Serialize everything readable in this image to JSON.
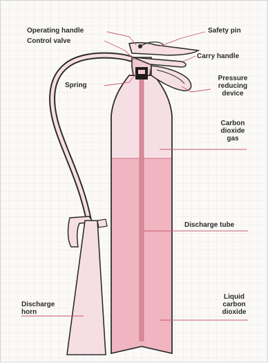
{
  "colors": {
    "outline": "#2b2b2b",
    "cylinder_fill": "#f6dfe4",
    "liquid_fill": "#f1b5c2",
    "tube_fill": "#d98a9b",
    "leader_line": "#c7596f",
    "label_text": "#2a2a2a"
  },
  "labels": {
    "operating_handle": "Operating handle",
    "control_valve": "Control valve",
    "spring": "Spring",
    "safety_pin": "Safety pin",
    "carry_handle": "Carry handle",
    "pressure_device_l1": "Pressure",
    "pressure_device_l2": "reducing",
    "pressure_device_l3": "device",
    "co2_gas_l1": "Carbon",
    "co2_gas_l2": "dioxide",
    "co2_gas_l3": "gas",
    "discharge_tube": "Discharge tube",
    "discharge_horn_l1": "Discharge",
    "discharge_horn_l2": "horn",
    "liquid_co2_l1": "Liquid",
    "liquid_co2_l2": "carbon",
    "liquid_co2_l3": "dioxide"
  }
}
